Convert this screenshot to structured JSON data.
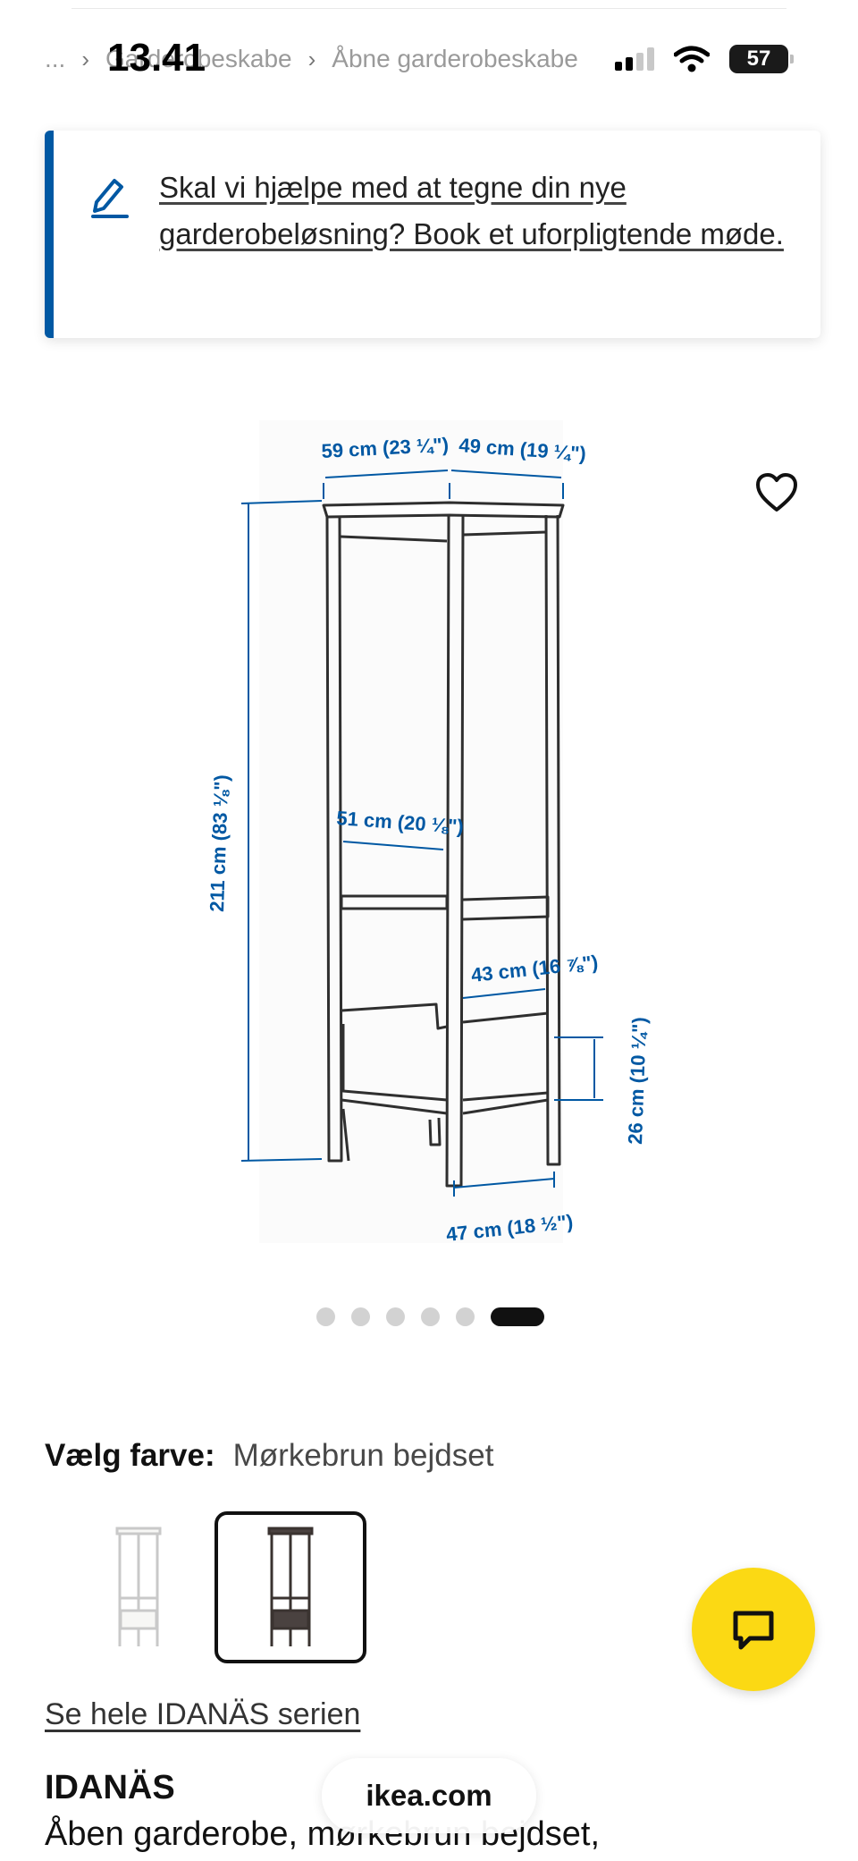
{
  "status_bar": {
    "time": "13.41",
    "battery": "57"
  },
  "breadcrumb": {
    "ellipsis": "...",
    "items": [
      "Garderobeskabe",
      "Åbne garderobeskabe"
    ]
  },
  "banner": {
    "icon": "pencil-icon",
    "text": "Skal vi hjælpe med at tegne din nye garderobeløsning? Book et uforpligtende møde."
  },
  "product_image": {
    "dimensions": {
      "top_width": "59 cm (23 ¼\")",
      "top_depth": "49 cm (19 ¼\")",
      "height": "211 cm (83 ⅛\")",
      "inner_width": "51 cm (20 ⅛\")",
      "drawer_depth": "43 cm (16 ⅞\")",
      "drawer_height": "26 cm (10 ¼\")",
      "bottom_depth": "47 cm (18 ½\")"
    }
  },
  "carousel": {
    "total": 6,
    "active_index": 5
  },
  "color": {
    "label": "Vælg farve:",
    "value": "Mørkebrun bejdset",
    "swatches": [
      {
        "name": "white",
        "color": "#f4f4f2",
        "selected": false
      },
      {
        "name": "dark-brown",
        "color": "#3a3330",
        "selected": true
      }
    ]
  },
  "series_link": "Se hele IDANÄS serien",
  "product": {
    "name": "IDANÄS",
    "description": "Åben garderobe, mørkebrun bejdset,"
  },
  "browser": {
    "url": "ikea.com"
  },
  "icons": {
    "favorite": "heart-icon",
    "chat": "chat-icon"
  }
}
